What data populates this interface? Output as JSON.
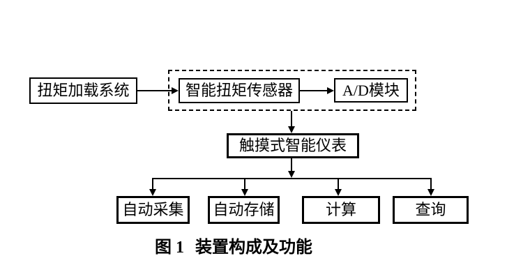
{
  "figure": {
    "caption": {
      "label": "图 1",
      "title": "装置构成及功能"
    },
    "nodes": {
      "torque_loading": "扭矩加载系统",
      "smart_sensor": "智能扭矩传感器",
      "ad_module": "A/D模块",
      "touch_instrument": "触摸式智能仪表",
      "auto_collect": "自动采集",
      "auto_store": "自动存储",
      "calculate": "计算",
      "query": "查询"
    },
    "colors": {
      "line": "#000000",
      "background": "#ffffff",
      "text": "#000000"
    },
    "edges": [
      "扭矩加载系统 -> 智能扭矩传感器",
      "智能扭矩传感器 -> A/D模块",
      "传感器模块组 -> 触摸式智能仪表",
      "触摸式智能仪表 -> 自动采集",
      "触摸式智能仪表 -> 自动存储",
      "触摸式智能仪表 -> 计算",
      "触摸式智能仪表 -> 查询"
    ]
  }
}
